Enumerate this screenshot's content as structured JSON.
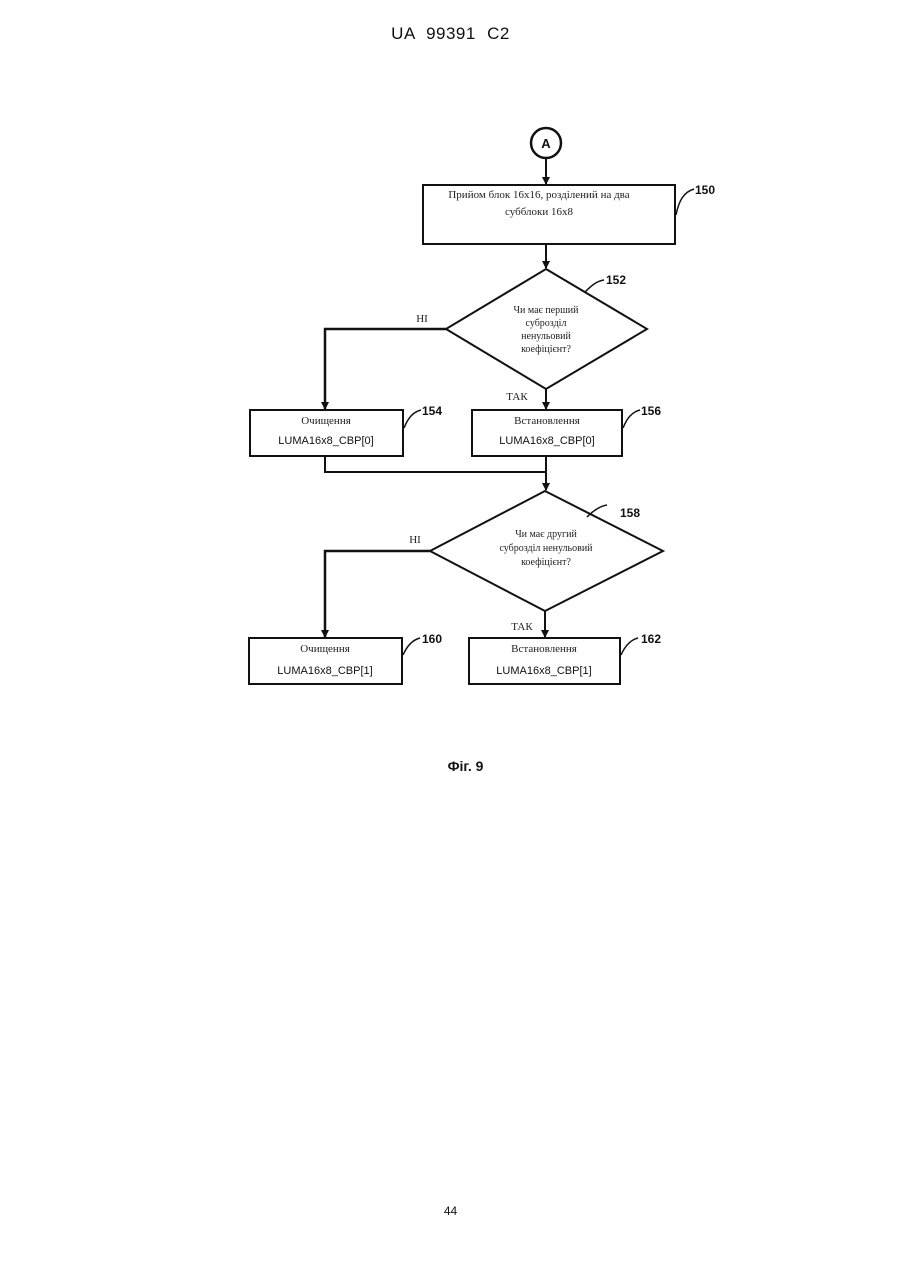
{
  "header": {
    "text": "UA   99391   C2"
  },
  "page_number": "44",
  "figure": {
    "caption": "Фіг. 9"
  },
  "flowchart": {
    "connector": {
      "label": "A"
    },
    "step_150": {
      "ref": "150",
      "line1": "Прийом блок 16x16, розділений на два",
      "line2": "субблоки 16x8"
    },
    "decision_152": {
      "ref": "152",
      "line1": "Чи має перший",
      "line2": "суброзділ",
      "line3": "ненульовий",
      "line4": "коефіцієнт?",
      "no_label": "НІ",
      "yes_label": "ТАК"
    },
    "step_154": {
      "ref": "154",
      "line1": "Очищення",
      "line2": "LUMA16x8_CBP[0]"
    },
    "step_156": {
      "ref": "156",
      "line1": "Встановлення",
      "line2": "LUMA16x8_CBP[0]"
    },
    "decision_158": {
      "ref": "158",
      "line1": "Чи має другий",
      "line2": "суброзділ ненульовий",
      "line3": "коефіцієнт?",
      "no_label": "НІ",
      "yes_label": "ТАК"
    },
    "step_160": {
      "ref": "160",
      "line1": "Очищення",
      "line2": "LUMA16x8_CBP[1]"
    },
    "step_162": {
      "ref": "162",
      "line1": "Встановлення",
      "line2": "LUMA16x8_CBP[1]"
    }
  }
}
